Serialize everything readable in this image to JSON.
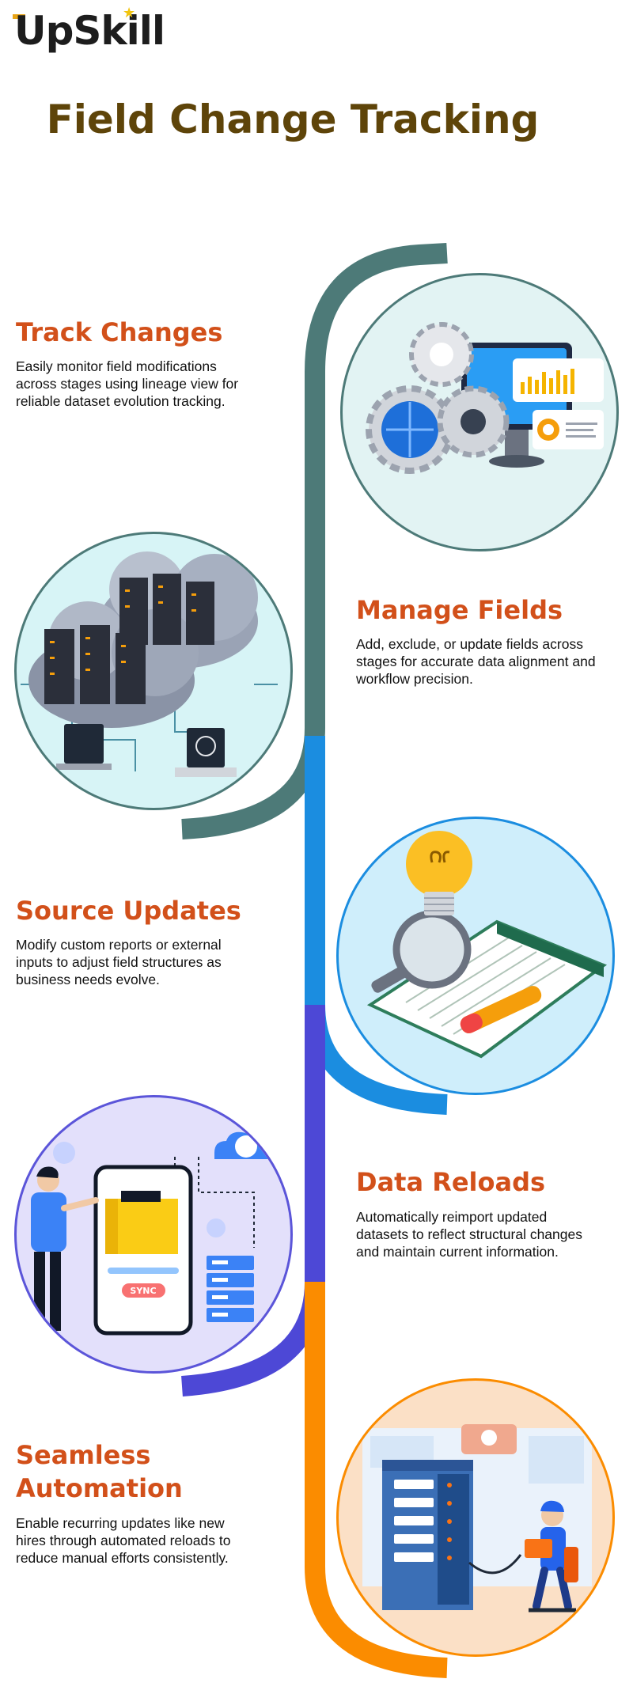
{
  "brand": {
    "name": "UpSkill"
  },
  "page": {
    "title": "Field Change Tracking"
  },
  "sections": [
    {
      "title": "Track Changes",
      "description": "Easily monitor field modifications across stages using lineage view for reliable dataset evolution tracking."
    },
    {
      "title": "Manage Fields",
      "description": "Add, exclude, or update fields across stages for accurate data alignment and workflow precision."
    },
    {
      "title": "Source Updates",
      "description": "Modify custom reports or external inputs to adjust field structures as business needs evolve."
    },
    {
      "title": "Data Reloads",
      "description": "Automatically reimport updated datasets to reflect structural changes and maintain current information."
    },
    {
      "title": "Seamless\nAutomation",
      "description": "Enable recurring updates like new hires through automated reloads to reduce manual efforts consistently."
    }
  ],
  "illustrations": {
    "sync_label": "SYNC"
  },
  "colors": {
    "title": "#5e4409",
    "section_title": "#d2501a",
    "track_teal": "#4d7a78",
    "track_blue": "#1b8de0",
    "track_indigo": "#4d48d6",
    "track_orange": "#fb8c00"
  }
}
